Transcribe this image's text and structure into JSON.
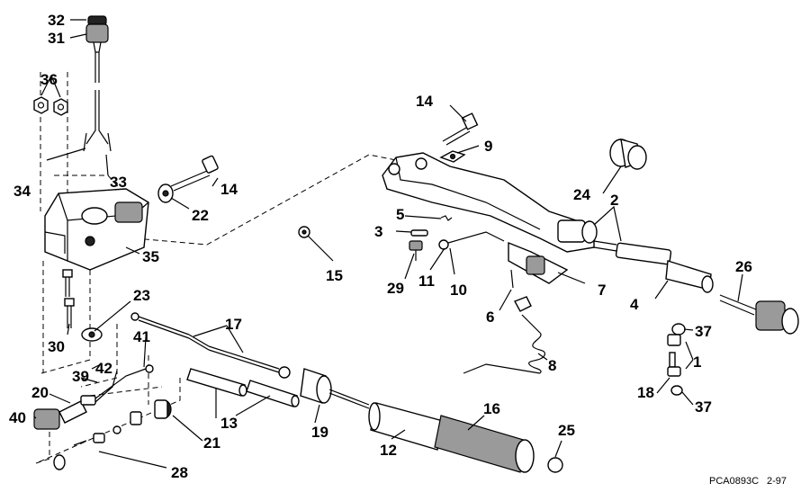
{
  "diagram_code": "PCA0893C",
  "date_code": "2-97",
  "callouts": {
    "c1": "1",
    "c2": "2",
    "c3": "3",
    "c4": "4",
    "c5": "5",
    "c6": "6",
    "c7": "7",
    "c8": "8",
    "c9": "9",
    "c10": "10",
    "c11": "11",
    "c12": "12",
    "c13": "13",
    "c14a": "14",
    "c14b": "14",
    "c15": "15",
    "c16": "16",
    "c17": "17",
    "c18": "18",
    "c19": "19",
    "c20": "20",
    "c21": "21",
    "c22": "22",
    "c23": "23",
    "c24": "24",
    "c25": "25",
    "c26": "26",
    "c28": "28",
    "c29": "29",
    "c30": "30",
    "c31": "31",
    "c32": "32",
    "c33": "33",
    "c34": "34",
    "c35": "35",
    "c36": "36",
    "c37a": "37",
    "c37b": "37",
    "c39": "39",
    "c40": "40",
    "c41": "41",
    "c42": "42"
  }
}
